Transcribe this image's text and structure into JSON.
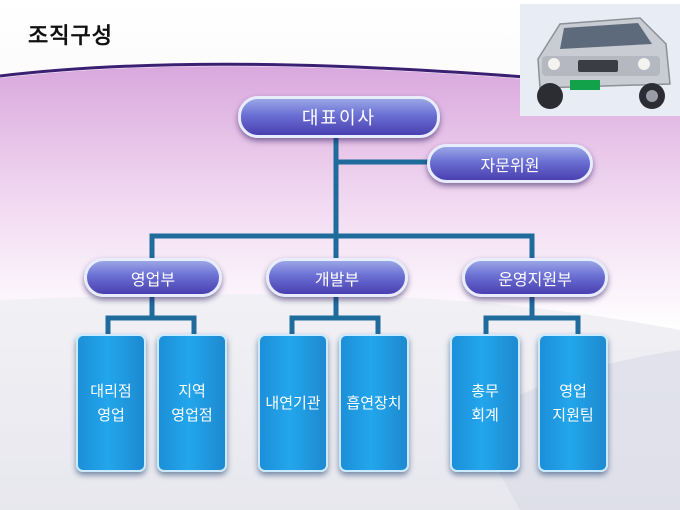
{
  "slide": {
    "title": "조직구성",
    "colors": {
      "connector": "#1e6b9c",
      "pill": "#5a55c4",
      "box": "#1f9be3",
      "band": "#e9c6ec"
    }
  },
  "org": {
    "ceo": "대표이사",
    "advisor": "자문위원",
    "departments": [
      {
        "name": "영업부",
        "units": [
          [
            "대리점",
            "영업"
          ],
          [
            "지역",
            "영업점"
          ]
        ]
      },
      {
        "name": "개발부",
        "units": [
          [
            "내연기관"
          ],
          [
            "흡연장치"
          ]
        ]
      },
      {
        "name": "운영지원부",
        "units": [
          [
            "총무",
            "회계"
          ],
          [
            "영업",
            "지원팀"
          ]
        ]
      }
    ]
  },
  "decor": {
    "image": "suv-car-photo"
  }
}
